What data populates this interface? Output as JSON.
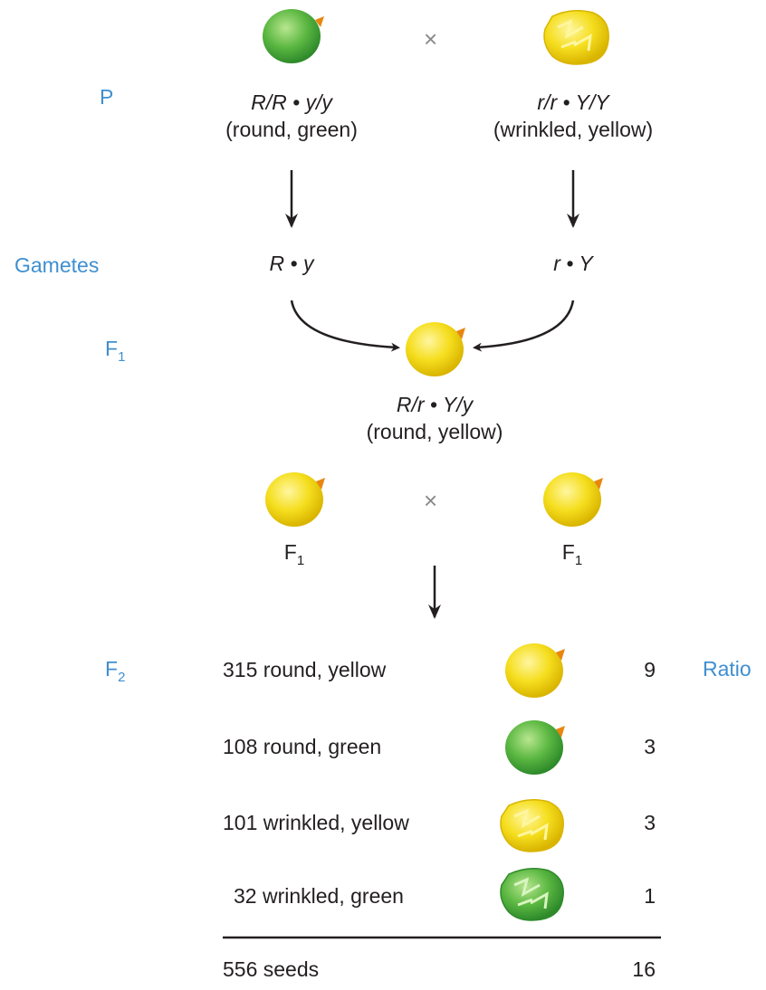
{
  "generations": {
    "p": "P",
    "gametes": "Gametes",
    "f1": "F",
    "f1_sub": "1",
    "f2": "F",
    "f2_sub": "2"
  },
  "cross_symbol": "×",
  "parents": {
    "left": {
      "genotype": "R/R • y/y",
      "phenotype": "(round, green)"
    },
    "right": {
      "genotype": "r/r • Y/Y",
      "phenotype": "(wrinkled, yellow)"
    }
  },
  "gametes": {
    "left": "R • y",
    "right": "r • Y"
  },
  "f1_offspring": {
    "genotype": "R/r • Y/y",
    "phenotype": "(round, yellow)"
  },
  "f1_cross": {
    "left_label": "F",
    "right_label": "F",
    "sub": "1"
  },
  "ratio_header": "Ratio",
  "f2_rows": [
    {
      "label": "315 round, yellow",
      "ratio": "9",
      "seed": "round-yellow"
    },
    {
      "label": "108 round, green",
      "ratio": "3",
      "seed": "round-green"
    },
    {
      "label": "101 wrinkled, yellow",
      "ratio": "3",
      "seed": "wrinkled-yellow"
    },
    {
      "label": "32 wrinkled, green",
      "ratio": "1",
      "seed": "wrinkled-green"
    }
  ],
  "total": {
    "label": "556 seeds",
    "ratio": "16"
  },
  "colors": {
    "label_blue": "#3f8fd0",
    "yellow_seed": "#f5de1e",
    "green_seed": "#5cb842",
    "hilum": "#e8860f"
  }
}
